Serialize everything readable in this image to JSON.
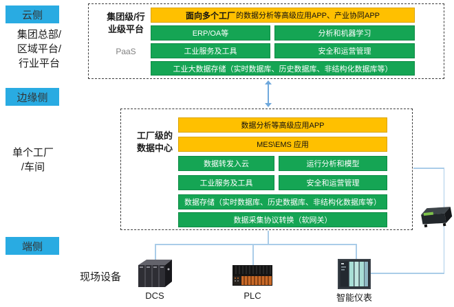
{
  "palette": {
    "badge_blue": "#29ABE2",
    "bar_yellow": "#FFC000",
    "bar_green": "#15A554",
    "connector_blue": "#A9CCE8",
    "arrow_blue": "#6FA8DC"
  },
  "left_column": {
    "cloud_badge": "云侧",
    "cloud_desc_1": "集团总部/",
    "cloud_desc_2": "区域平台/",
    "cloud_desc_3": "行业平台",
    "edge_badge": "边缘侧",
    "factory_desc_1": "单个工厂",
    "factory_desc_2": "/车间",
    "terminal_badge": "端侧",
    "field_devices_label": "现场设备"
  },
  "platform_box": {
    "title_line1": "集团级/行",
    "title_line2": "业级平台",
    "layer_label": "PaaS",
    "app_bar_bold": "面向多个工厂",
    "app_bar_rest": "的数据分析等高级应用APP、产业协同APP",
    "erp_bar": "ERP/OA等",
    "analytics_bar": "分析和机器学习",
    "tools_bar": "工业服务及工具",
    "security_bar": "安全和运营管理",
    "storage_bar": "工业大数据存储（实时数据库、历史数据库、非结构化数据库等）"
  },
  "factory_box": {
    "title_line1": "工厂级的",
    "title_line2": "数据中心",
    "app_bar": "数据分析等高级应用APP",
    "mes_bar": "MES\\EMS 应用",
    "forward_bar": "数据转发入云",
    "analysis_bar": "运行分析和模型",
    "tools_bar": "工业服务及工具",
    "security_bar": "安全和运营管理",
    "storage_bar": "数据存储（实时数据库、历史数据库、非结构化数据库等）",
    "gateway_bar": "数据采集协议转换（软网关）"
  },
  "devices": {
    "dcs_label": "DCS",
    "plc_label": "PLC",
    "meter_label": "智能仪表"
  }
}
